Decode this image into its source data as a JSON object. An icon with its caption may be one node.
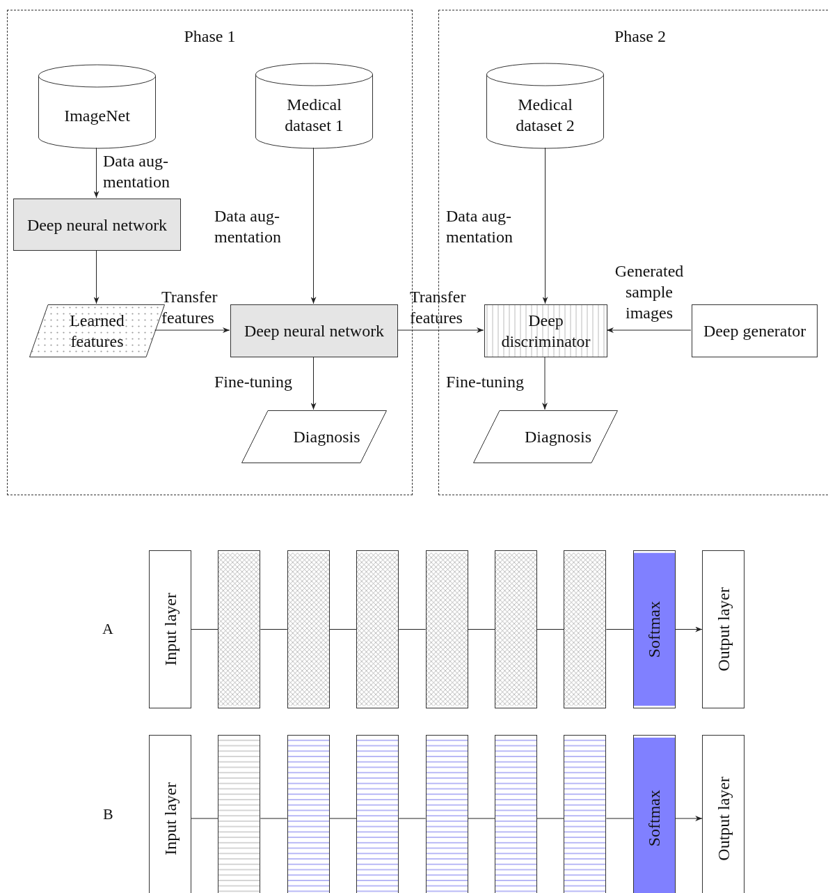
{
  "diagram": {
    "nodes": [
      {
        "text": [
          "Phase 1"
        ]
      },
      {
        "text": [
          "ImageNet"
        ],
        "in": 0
      },
      {
        "text": [
          "Medical dataset 1"
        ],
        "in": 0
      },
      {
        "text": [
          "Deep neural network"
        ],
        "in": 0
      },
      {
        "text": [
          "Learned features"
        ],
        "in": 0
      },
      {
        "text": [
          "Deep neural network"
        ],
        "in": 0
      },
      {
        "text": [
          "Diagnosis"
        ],
        "in": 0
      },
      {
        "text": [
          "Phase 2"
        ]
      },
      {
        "text": [
          "Medical dataset 2"
        ],
        "in": 7
      },
      {
        "text": [
          "Deep discriminator"
        ],
        "in": 7
      },
      {
        "text": [
          "Deep generator"
        ],
        "in": 7
      },
      {
        "text": [
          "Diagnosis"
        ],
        "in": 7
      },
      {
        "text": [
          "Input layer"
        ]
      },
      {
        "text": [],
        "shape": "box"
      },
      {
        "text": [],
        "shape": "box"
      },
      {
        "text": [],
        "shape": "box"
      },
      {
        "text": [],
        "shape": "box"
      },
      {
        "text": [],
        "shape": "box"
      },
      {
        "text": [],
        "shape": "box"
      },
      {
        "text": [
          "Softmax"
        ]
      },
      {
        "text": [
          "Output layer"
        ]
      },
      {
        "text": [
          "Input layer"
        ]
      },
      {
        "text": [],
        "shape": "box"
      },
      {
        "text": [],
        "shape": "box"
      },
      {
        "text": [],
        "shape": "box"
      },
      {
        "text": [],
        "shape": "box"
      },
      {
        "text": [],
        "shape": "box"
      },
      {
        "text": [],
        "shape": "box"
      },
      {
        "text": [
          "Softmax"
        ]
      },
      {
        "text": [
          "Output layer"
        ]
      }
    ],
    "edges": [
      {
        "from": 1,
        "to": 3,
        "arrow": "to",
        "label": "Data aug- mentation"
      },
      {
        "from": 3,
        "to": 4,
        "arrow": "to"
      },
      {
        "from": 4,
        "to": 5,
        "arrow": "to",
        "label": "Transfer features"
      },
      {
        "from": 2,
        "to": 5,
        "arrow": "to",
        "label": "Data aug- mentation"
      },
      {
        "from": 5,
        "to": 6,
        "arrow": "to",
        "label": "Fine-tuning"
      },
      {
        "from": 5,
        "to": 9,
        "arrow": "to",
        "label": "Transfer features"
      },
      {
        "from": 8,
        "to": 9,
        "arrow": "to",
        "label": "Data aug- mentation"
      },
      {
        "from": 10,
        "to": 9,
        "arrow": "to",
        "label": "Generated sample images"
      },
      {
        "from": 9,
        "to": 11,
        "arrow": "to",
        "label": "Fine-tuning"
      },
      {
        "from": 12,
        "to": 13,
        "arrow": "none"
      },
      {
        "from": 13,
        "to": 14,
        "arrow": "none"
      },
      {
        "from": 14,
        "to": 15,
        "arrow": "none"
      },
      {
        "from": 15,
        "to": 16,
        "arrow": "none"
      },
      {
        "from": 16,
        "to": 17,
        "arrow": "none"
      },
      {
        "from": 17,
        "to": 18,
        "arrow": "none"
      },
      {
        "from": 18,
        "to": 19,
        "arrow": "none"
      },
      {
        "from": 19,
        "to": 20,
        "arrow": "to"
      },
      {
        "from": 21,
        "to": 22,
        "arrow": "none"
      },
      {
        "from": 22,
        "to": 23,
        "arrow": "none"
      },
      {
        "from": 23,
        "to": 24,
        "arrow": "none"
      },
      {
        "from": 24,
        "to": 25,
        "arrow": "none"
      },
      {
        "from": 25,
        "to": 26,
        "arrow": "none"
      },
      {
        "from": 26,
        "to": 27,
        "arrow": "none"
      },
      {
        "from": 27,
        "to": 28,
        "arrow": "none"
      },
      {
        "from": 28,
        "to": 29,
        "arrow": "to"
      }
    ],
    "labels": [
      "A",
      "B"
    ]
  }
}
